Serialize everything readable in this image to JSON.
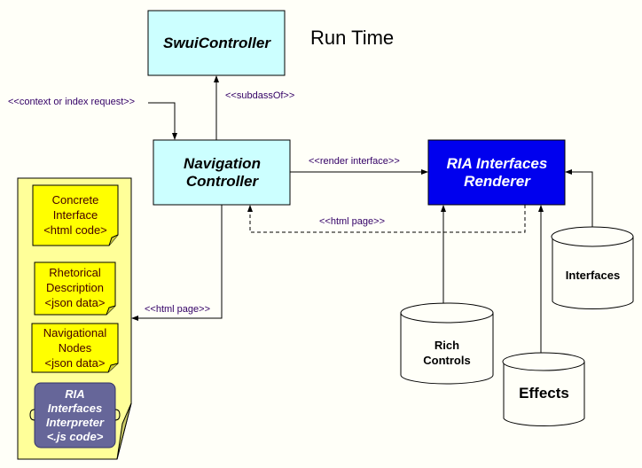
{
  "diagram": {
    "title": "Run Time",
    "colors": {
      "background": "#fffff8",
      "controller_fill": "#ccffff",
      "renderer_fill": "#0000ee",
      "note_fill": "#ffff00",
      "document_fill": "#ffff99",
      "interpreter_fill": "#666699"
    },
    "nodes": {
      "swui_controller": {
        "label": "SwuiController"
      },
      "navigation_controller": {
        "label": "Navigation\nController"
      },
      "ria_renderer": {
        "label": "RIA Interfaces\nRenderer"
      },
      "rich_controls": {
        "label": "Rich\nControls"
      },
      "effects": {
        "label": "Effects"
      },
      "interfaces": {
        "label": "Interfaces"
      }
    },
    "document": {
      "notes": [
        {
          "label": "Concrete\nInterface\n<html code>"
        },
        {
          "label": "Rhetorical\nDescription\n<json data>"
        },
        {
          "label": "Navigational\nNodes\n<json data>"
        }
      ],
      "interpreter": {
        "label": "RIA\nInterfaces\nInterpreter\n<.js code>"
      }
    },
    "edges": {
      "context_request": "<<context or index request>>",
      "subclass_of": "<<subdassOf>>",
      "render_interface": "<<render interface>>",
      "html_page_return": "<<html page>>",
      "html_page_out": "<<html page>>"
    }
  }
}
